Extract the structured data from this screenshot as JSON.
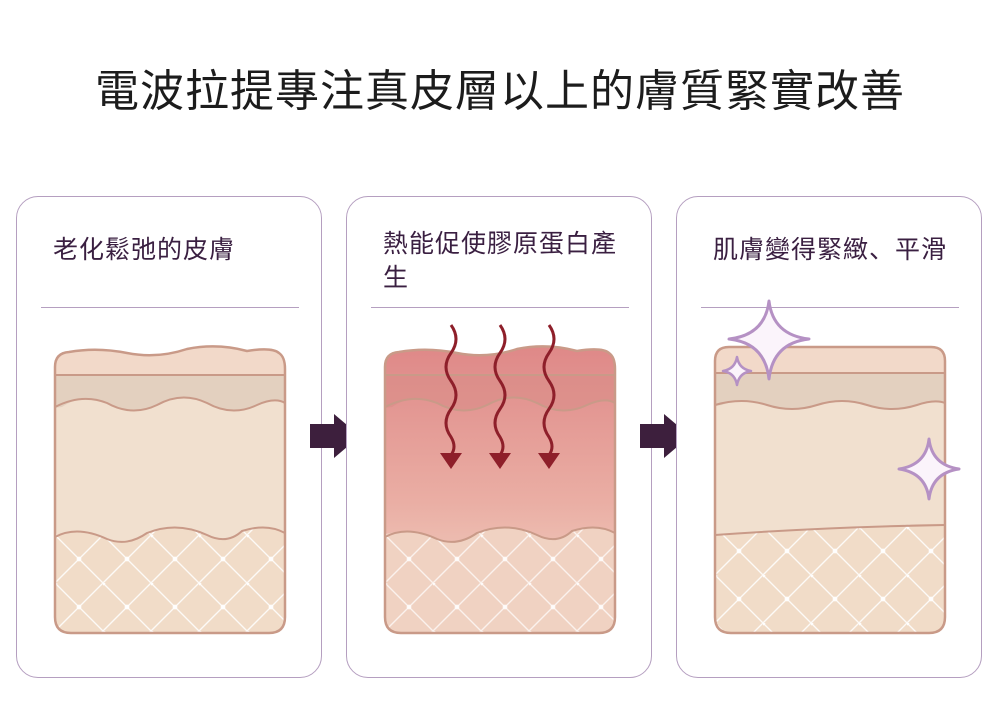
{
  "title": "電波拉提專注真皮層以上的膚質緊實改善",
  "colors": {
    "panel_border": "#b59fc0",
    "label_text": "#3a1f41",
    "arrow": "#3d1f3d",
    "skin_outline": "#c99a88",
    "epidermis": "#efd6c6",
    "dermis": "#f1e0cf",
    "fat": "#f3e1ce",
    "heat_top": "#de8d8d",
    "heat_wave": "#8e1f2a",
    "sparkle": "#b591c4"
  },
  "panels": [
    {
      "label": "老化鬆弛的皮膚",
      "state": "aged"
    },
    {
      "label": "熱能促使膠原蛋白產生",
      "state": "heated"
    },
    {
      "label": "肌膚變得緊緻、平滑",
      "state": "firm"
    }
  ],
  "icons": {
    "step_arrow": "right-block-arrow-icon",
    "heat": "wavy-heat-arrow-icon",
    "sparkle": "four-point-sparkle-icon"
  }
}
